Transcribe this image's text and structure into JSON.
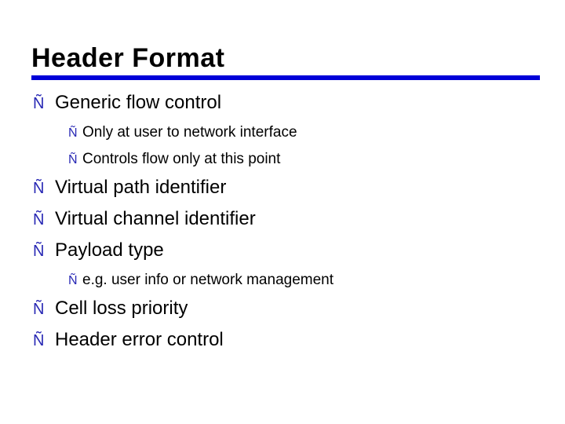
{
  "slide": {
    "title": "Header Format",
    "accent_color": "#0000d8",
    "bullet_color": "#2828b4",
    "bullet_char": "Ñ",
    "bullets": [
      {
        "level": 1,
        "text": "Generic flow control"
      },
      {
        "level": 2,
        "text": "Only at user to network interface"
      },
      {
        "level": 2,
        "text": "Controls flow only at this point"
      },
      {
        "level": 1,
        "text": "Virtual path identifier"
      },
      {
        "level": 1,
        "text": "Virtual channel identifier"
      },
      {
        "level": 1,
        "text": "Payload type"
      },
      {
        "level": 2,
        "text": "e.g. user info or network management"
      },
      {
        "level": 1,
        "text": "Cell loss priority"
      },
      {
        "level": 1,
        "text": "Header error control"
      }
    ]
  }
}
